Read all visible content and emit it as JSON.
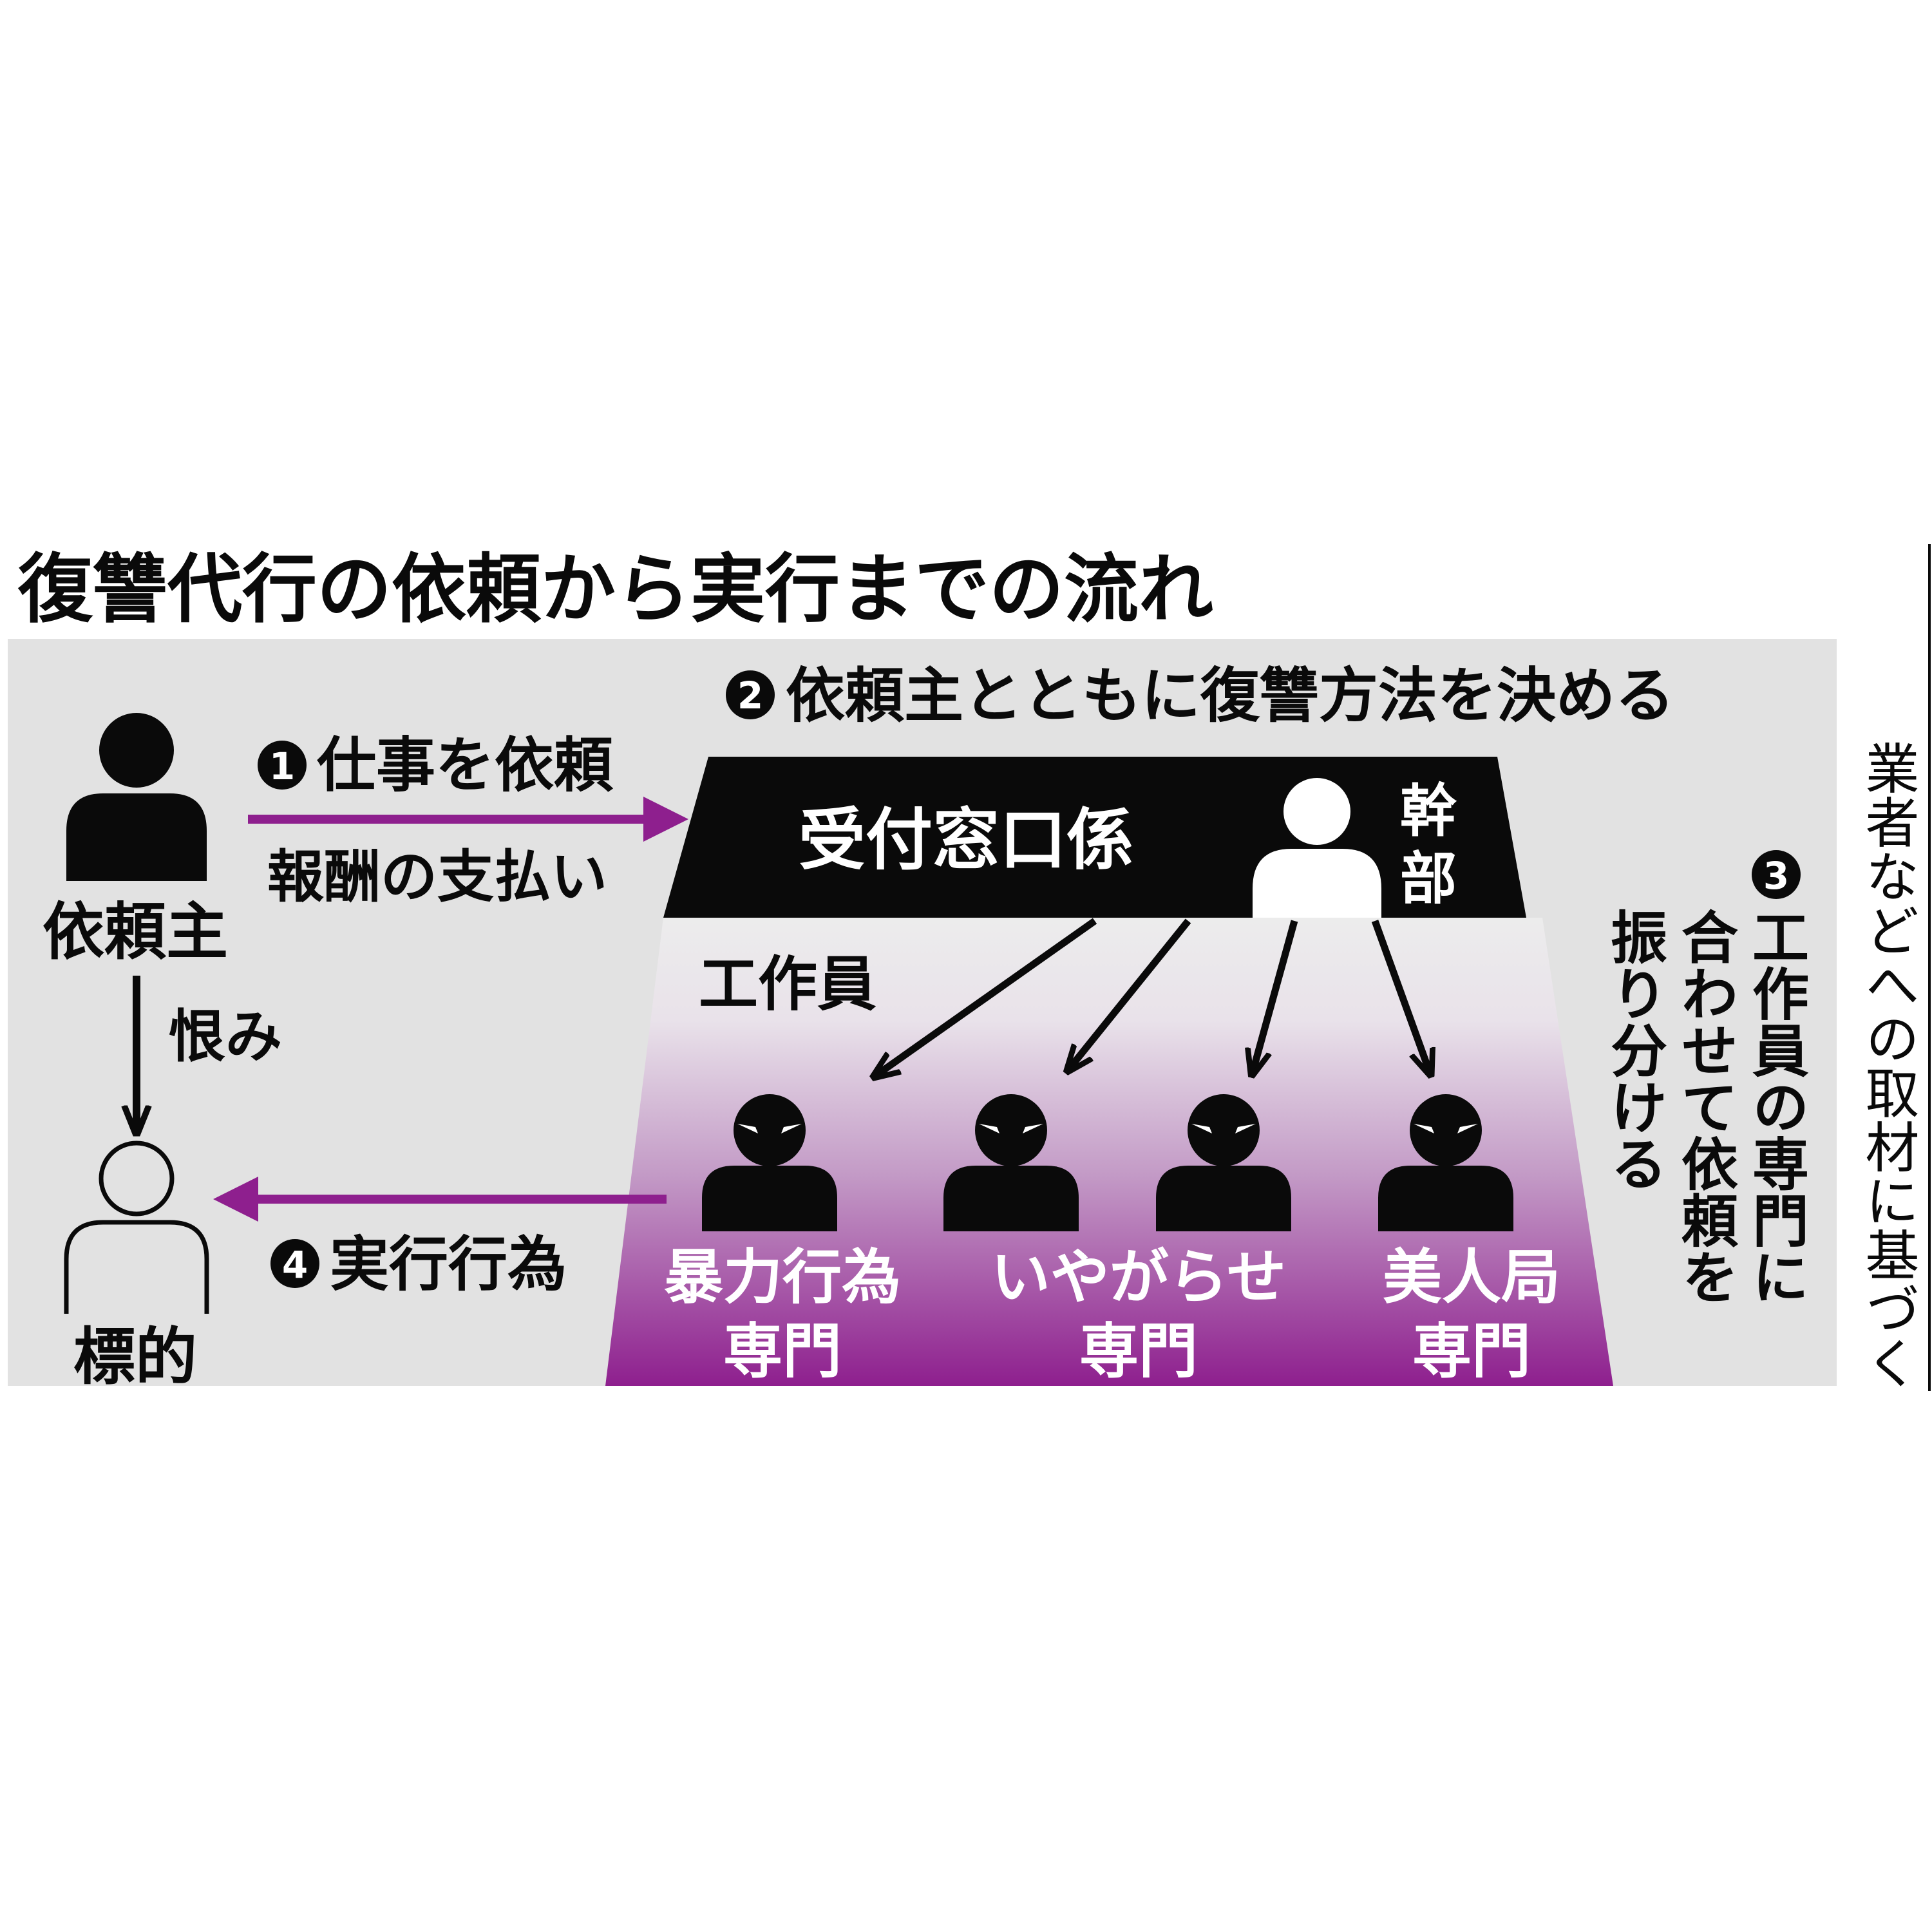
{
  "title": "復讐代行の依頼から実行までの流れ",
  "source_note": "業者などへの取材に基づく",
  "steps": {
    "step1": {
      "number": "1",
      "label": "仕事を依頼",
      "sublabel": "報酬の支払い"
    },
    "step2": {
      "number": "2",
      "label": "依頼主とともに復讐方法を決める"
    },
    "step3": {
      "number": "3",
      "col1": "工作員の専門に",
      "col2": "合わせて依頼を",
      "col3": "振り分ける"
    },
    "step4": {
      "number": "4",
      "label": "実行行為"
    }
  },
  "people": {
    "client": "依頼主",
    "target": "標的",
    "grudge": "恨み"
  },
  "organization": {
    "reception": "受付窓口係",
    "executive": "幹部",
    "operatives_label": "工作員",
    "specialties": [
      {
        "line1": "暴力行為",
        "line2": "専門"
      },
      {
        "line1": "いやがらせ",
        "line2": "専門"
      },
      {
        "line1": "美人局",
        "line2": "専門"
      }
    ]
  },
  "colors": {
    "panel_bg": "#e2e2e2",
    "arrow_purple": "#8e1f8e",
    "gradient_bottom": "#8e1f8e",
    "black": "#0a0a0a"
  }
}
